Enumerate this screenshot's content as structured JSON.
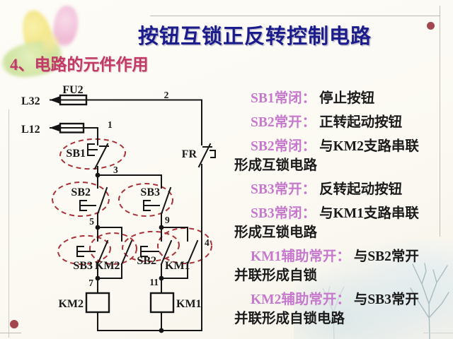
{
  "title": "按钮互锁正反转控制电路",
  "subtitle": "4、电路的元件作用",
  "legend": {
    "items": [
      {
        "term": "SB1常闭：",
        "text": "停止按钮",
        "text2": ""
      },
      {
        "term": "SB2常开：",
        "text": "正转起动按钮",
        "text2": ""
      },
      {
        "term": "SB2常闭：",
        "text": "与KM2支路串联",
        "text2": "形成互锁电路"
      },
      {
        "term": "SB3常开：",
        "text": "反转起动按钮",
        "text2": ""
      },
      {
        "term": "SB3常闭：",
        "text": "与KM1支路串联",
        "text2": "形成互锁电路"
      },
      {
        "term": "KM1辅助常开：",
        "text": "与SB2常开",
        "text2": "并联形成自锁"
      },
      {
        "term": "KM2辅助常开：",
        "text": "与SB3常开",
        "text2": "并联形成自锁电路"
      }
    ]
  },
  "diagram": {
    "power_labels": {
      "l32": "L32",
      "l12": "L12"
    },
    "components": {
      "fu2": "FU2",
      "fr": "FR",
      "sb1": "SB1",
      "sb2_start": "SB2",
      "sb3_start": "SB3",
      "sb3_interlock": "SB3",
      "km2_aux": "KM2",
      "sb2_interlock": "SB2",
      "km1_aux": "KM1",
      "km2_coil": "KM2",
      "km1_coil": "KM1"
    },
    "wire_numbers": {
      "n1": "1",
      "n2": "2",
      "n3": "3",
      "n4": "4",
      "n5": "5",
      "n7": "7",
      "n9": "9",
      "n11": "11"
    }
  },
  "colors": {
    "title": "#1b1b8c",
    "subtitle": "#c13a68",
    "term": "#c678cc",
    "body": "#1a1a1a",
    "wire": "#151515",
    "highlight": "#a83238",
    "accent_dot": "#a3464e"
  }
}
